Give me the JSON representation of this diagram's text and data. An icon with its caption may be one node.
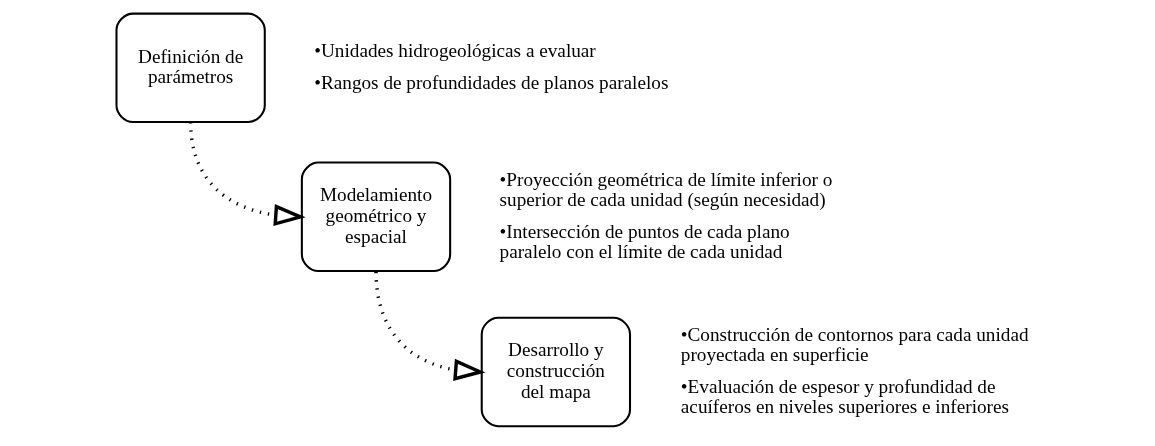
{
  "diagram": {
    "nodes": [
      {
        "text": [
          "Definición de parámetros"
        ],
        "beside": [
          "•Unidades hidrogeológicas a evaluar",
          "•Rangos de profundidades de planos paralelos"
        ]
      },
      {
        "text": [
          "Modelamiento geométrico y espacial"
        ],
        "beside": [
          "•Proyección geométrica de límite inferior o superior de cada unidad (según necesidad)",
          "•Intersección de puntos de cada plano paralelo con el límite de cada unidad"
        ]
      },
      {
        "text": [
          "Desarrollo y construcción del mapa"
        ],
        "beside": [
          "•Construcción de contornos para cada unidad proyectada en superficie",
          "•Evaluación de espesor y profundidad de acuíferos en niveles superiores e inferiores"
        ]
      }
    ],
    "edges": [
      {
        "from": 0,
        "to": 1,
        "arrow": "to",
        "style": "dashed"
      },
      {
        "from": 1,
        "to": 2,
        "arrow": "to",
        "style": "dashed"
      }
    ]
  }
}
